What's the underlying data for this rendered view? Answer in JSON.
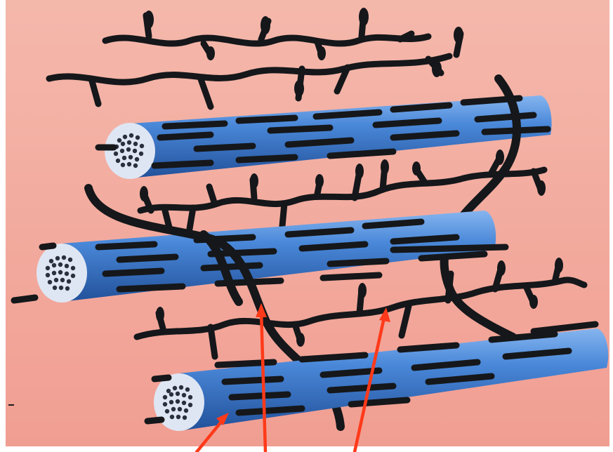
{
  "figure": {
    "colors": {
      "background": "#f2a59a",
      "background_light": "#f6c3b7",
      "fiber_blue": "#3f7fd1",
      "fiber_blue_light": "#7fb0ee",
      "fiber_blue_dark": "#24569e",
      "fiber_end_face": "#dfe6f3",
      "fiber_end_dots": "#2a2f3c",
      "proteoglycan_black": "#15171a",
      "arrow_red": "#ff3a1a"
    },
    "elements": {
      "fibers": 3,
      "branched_chains": 4,
      "long_crossing_strands": 2,
      "arrows": 3
    },
    "labels": []
  }
}
